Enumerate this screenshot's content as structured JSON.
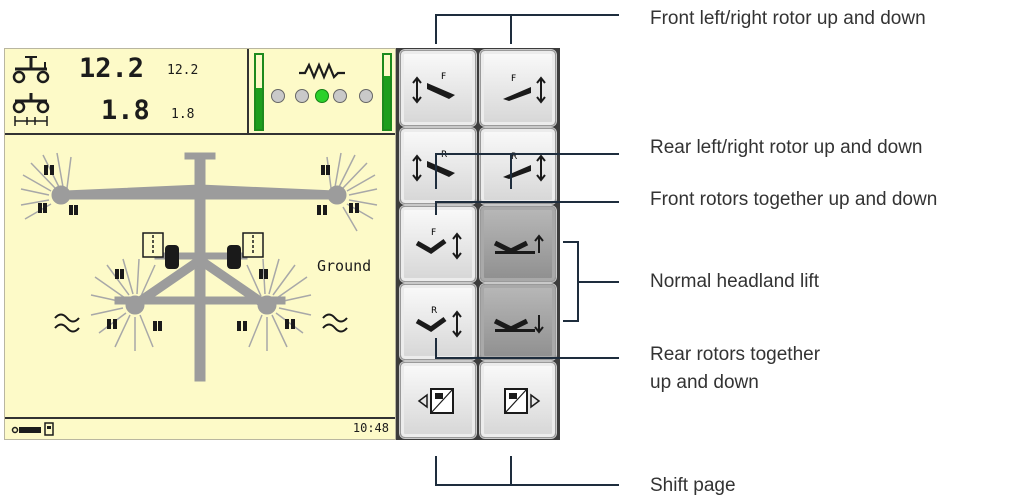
{
  "screen": {
    "speed_main": "12.2",
    "speed_small": "12.2",
    "height_main": "1.8",
    "height_small": "1.8",
    "mode_label": "Ground",
    "clock": "10:48",
    "left_gauge_level": 0.55,
    "right_gauge_level": 0.72,
    "indicator_dots": [
      false,
      false,
      true,
      false,
      false
    ],
    "colors": {
      "background": "#fdfac8",
      "gauge": "#1d9e1d",
      "machine": "#9c9c9c"
    }
  },
  "buttons": [
    {
      "name": "front-left-rotor-button",
      "letter": "F",
      "dark": false
    },
    {
      "name": "front-right-rotor-button",
      "letter": "F",
      "dark": false
    },
    {
      "name": "rear-left-rotor-button",
      "letter": "R",
      "dark": false
    },
    {
      "name": "rear-right-rotor-button",
      "letter": "R",
      "dark": false
    },
    {
      "name": "front-rotors-together-button",
      "letter": "F",
      "dark": false
    },
    {
      "name": "headland-lift-up-button",
      "letter": "",
      "dark": true
    },
    {
      "name": "rear-rotors-together-button",
      "letter": "R",
      "dark": false
    },
    {
      "name": "headland-lift-down-button",
      "letter": "",
      "dark": true
    },
    {
      "name": "shift-page-left-button",
      "letter": "",
      "dark": false
    },
    {
      "name": "shift-page-right-button",
      "letter": "",
      "dark": false
    }
  ],
  "callouts": {
    "front_rotor": "Front left/right rotor up and down",
    "rear_rotor": "Rear left/right rotor up and down",
    "front_together": "Front rotors together up and down",
    "headland": "Normal headland lift",
    "rear_together_1": "Rear rotors together",
    "rear_together_2": "up and down",
    "shift_page": "Shift page"
  }
}
